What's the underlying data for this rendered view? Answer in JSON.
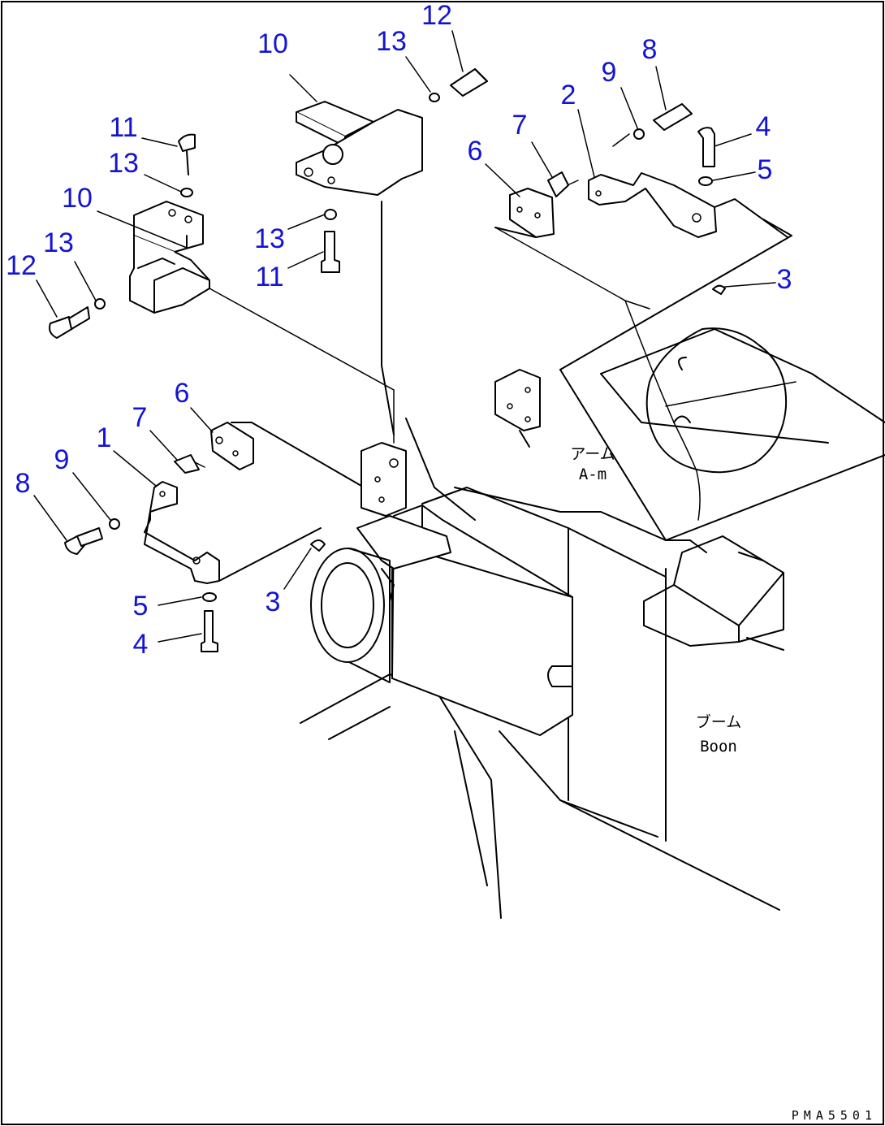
{
  "drawing_code": "PMA5501",
  "annotations": {
    "arm": {
      "jp": "アーム",
      "en": "A-m"
    },
    "boom": {
      "jp": "ブーム",
      "en": "Boon"
    }
  },
  "callouts": [
    {
      "id": "c12a",
      "label": "12"
    },
    {
      "id": "c10a",
      "label": "10"
    },
    {
      "id": "c13a",
      "label": "13"
    },
    {
      "id": "c8a",
      "label": "8"
    },
    {
      "id": "c9a",
      "label": "9"
    },
    {
      "id": "c2",
      "label": "2"
    },
    {
      "id": "c7a",
      "label": "7"
    },
    {
      "id": "c4a",
      "label": "4"
    },
    {
      "id": "c6a",
      "label": "6"
    },
    {
      "id": "c5a",
      "label": "5"
    },
    {
      "id": "c11a",
      "label": "11"
    },
    {
      "id": "c13b",
      "label": "13"
    },
    {
      "id": "c10b",
      "label": "10"
    },
    {
      "id": "c13c",
      "label": "13"
    },
    {
      "id": "c11b",
      "label": "11"
    },
    {
      "id": "c13d",
      "label": "13"
    },
    {
      "id": "c12b",
      "label": "12"
    },
    {
      "id": "c3a",
      "label": "3"
    },
    {
      "id": "c6b",
      "label": "6"
    },
    {
      "id": "c7b",
      "label": "7"
    },
    {
      "id": "c1",
      "label": "1"
    },
    {
      "id": "c9b",
      "label": "9"
    },
    {
      "id": "c8b",
      "label": "8"
    },
    {
      "id": "c3b",
      "label": "3"
    },
    {
      "id": "c5b",
      "label": "5"
    },
    {
      "id": "c4b",
      "label": "4"
    }
  ]
}
